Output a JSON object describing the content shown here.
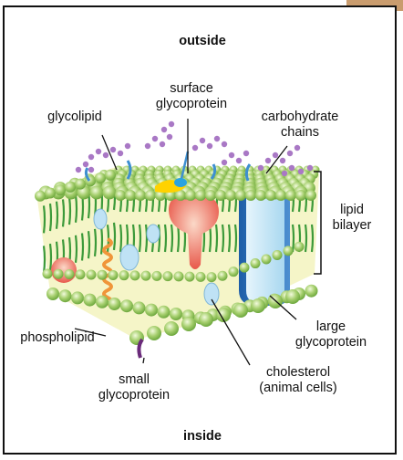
{
  "labels": {
    "outside": "outside",
    "inside": "inside",
    "surface_glycoprotein": [
      "surface",
      "glycoprotein"
    ],
    "glycolipid": "glycolipid",
    "carbohydrate_chains": [
      "carbohydrate",
      "chains"
    ],
    "lipid_bilayer": [
      "lipid",
      "bilayer"
    ],
    "phospholipid": "phospholipid",
    "large_glycoprotein": [
      "large",
      "glycoprotein"
    ],
    "small_glycoprotein": [
      "small",
      "glycoprotein"
    ],
    "cholesterol": [
      "cholesterol",
      "(animal cells)"
    ]
  },
  "colors": {
    "head_green": "#a6cf6e",
    "head_light": "#e8f4cc",
    "tail_green": "#3c9a3a",
    "interior": "#f5f5c8",
    "protein_dark_blue": "#1e5ea8",
    "protein_light_blue": "#bfe2f5",
    "protein_red": "#e8584a",
    "chain_purple": "#a978c5",
    "glycolipid_blue": "#3e8fd0",
    "yellow_protein": "#ffd200",
    "phospholipid_orange": "#f0953a",
    "small_glycoprotein_purple": "#6a2a7a"
  }
}
